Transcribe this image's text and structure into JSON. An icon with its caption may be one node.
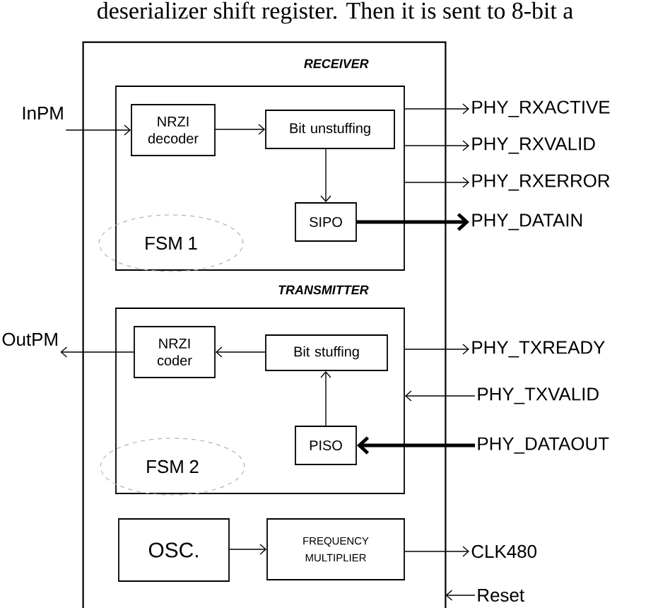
{
  "diagram": {
    "nodes": [
      {
        "text": [],
        "shape": "box"
      },
      {
        "text": [
          "RECEIVER"
        ],
        "in": 0
      },
      {
        "text": [
          "NRZI decoder"
        ],
        "in": 1
      },
      {
        "text": [
          "Bit unstuffing"
        ],
        "in": 1
      },
      {
        "text": [
          "SIPO"
        ],
        "in": 1
      },
      {
        "text": [
          "FSM 1"
        ],
        "in": 1
      },
      {
        "text": [
          "TRANSMITTER"
        ],
        "in": 0
      },
      {
        "text": [
          "NRZI coder"
        ],
        "in": 6
      },
      {
        "text": [
          "Bit stuffing"
        ],
        "in": 6
      },
      {
        "text": [
          "PISO"
        ],
        "in": 6
      },
      {
        "text": [
          "FSM 2"
        ],
        "in": 6
      },
      {
        "text": [
          "OSC."
        ],
        "in": 0
      },
      {
        "text": [
          "FREQUENCY MULTIPLIER"
        ],
        "in": 0
      },
      {
        "text": [
          "InPM"
        ]
      },
      {
        "text": [
          "OutPM"
        ]
      },
      {
        "text": [
          "PHY_RXACTIVE"
        ]
      },
      {
        "text": [
          "PHY_RXVALID"
        ]
      },
      {
        "text": [
          "PHY_RXERROR"
        ]
      },
      {
        "text": [
          "PHY_DATAIN"
        ]
      },
      {
        "text": [
          "PHY_TXREADY"
        ]
      },
      {
        "text": [
          "PHY_TXVALID"
        ]
      },
      {
        "text": [
          "PHY_DATAOUT"
        ]
      },
      {
        "text": [
          "CLK480"
        ]
      },
      {
        "text": [
          "Reset"
        ]
      }
    ],
    "edges": [
      {
        "from": 13,
        "to": 2,
        "arrow": "to"
      },
      {
        "from": 2,
        "to": 3,
        "arrow": "to"
      },
      {
        "from": 3,
        "to": 4,
        "arrow": "to"
      },
      {
        "from": 1,
        "to": 15,
        "arrow": "to"
      },
      {
        "from": 1,
        "to": 16,
        "arrow": "to"
      },
      {
        "from": 1,
        "to": 17,
        "arrow": "to"
      },
      {
        "from": 4,
        "to": 18,
        "arrow": "to",
        "style": "thick"
      },
      {
        "from": 8,
        "to": 7,
        "arrow": "to"
      },
      {
        "from": 7,
        "to": 14,
        "arrow": "to"
      },
      {
        "from": 9,
        "to": 8,
        "arrow": "to"
      },
      {
        "from": 6,
        "to": 19,
        "arrow": "to"
      },
      {
        "from": 20,
        "to": 6,
        "arrow": "to"
      },
      {
        "from": 21,
        "to": 9,
        "arrow": "to",
        "style": "thick"
      },
      {
        "from": 11,
        "to": 12,
        "arrow": "to"
      },
      {
        "from": 12,
        "to": 22,
        "arrow": "to"
      },
      {
        "from": 23,
        "to": 0,
        "arrow": "to"
      }
    ],
    "labels": [
      "deserializer shift register. Then it is sent to 8-bit a"
    ]
  }
}
